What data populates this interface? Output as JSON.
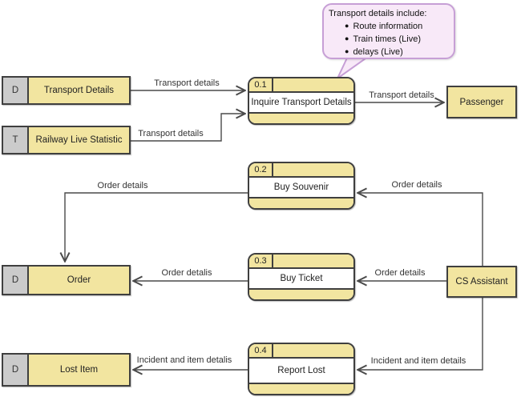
{
  "callout": {
    "title": "Transport details include:",
    "bullet_icon": "●",
    "bullets": [
      "Route information",
      "Train times (Live)",
      "delays (Live)"
    ]
  },
  "data_stores": [
    {
      "tag": "D",
      "label": "Transport Details"
    },
    {
      "tag": "T",
      "label": "Railway Live Statistic"
    },
    {
      "tag": "D",
      "label": "Order"
    },
    {
      "tag": "D",
      "label": "Lost Item"
    }
  ],
  "processes": [
    {
      "number": "0.1",
      "label": "Inquire Transport Details"
    },
    {
      "number": "0.2",
      "label": "Buy Souvenir"
    },
    {
      "number": "0.3",
      "label": "Buy Ticket"
    },
    {
      "number": "0.4",
      "label": "Report Lost"
    }
  ],
  "entities": [
    {
      "label": "Passenger"
    },
    {
      "label": "CS Assistant"
    }
  ],
  "flows": [
    {
      "label": "Transport details",
      "from": "Transport Details",
      "to": "Inquire Transport Details"
    },
    {
      "label": "Transport details",
      "from": "Railway Live Statistic",
      "to": "Inquire Transport Details"
    },
    {
      "label": "Transport details",
      "from": "Inquire Transport Details",
      "to": "Passenger"
    },
    {
      "label": "Order details",
      "from": "Buy Souvenir",
      "to": "Order"
    },
    {
      "label": "Order details",
      "from": "CS Assistant",
      "to": "Buy Souvenir"
    },
    {
      "label": "Order detalis",
      "from": "Buy Ticket",
      "to": "Order"
    },
    {
      "label": "Order details",
      "from": "CS Assistant",
      "to": "Buy Ticket"
    },
    {
      "label": "Incident and item details",
      "from": "CS Assistant",
      "to": "Report Lost"
    },
    {
      "label": "Incident and item detalis",
      "from": "Report Lost",
      "to": "Lost Item"
    }
  ],
  "colors": {
    "node_fill": "#F2E5A0",
    "node_border": "#3F3F3F",
    "store_tab_fill": "#CBCBCB",
    "callout_fill": "#F8E9F8",
    "callout_border": "#C79FD6",
    "flow_line": "#4A4A4A",
    "canvas_bg": "#FFFFFF"
  }
}
